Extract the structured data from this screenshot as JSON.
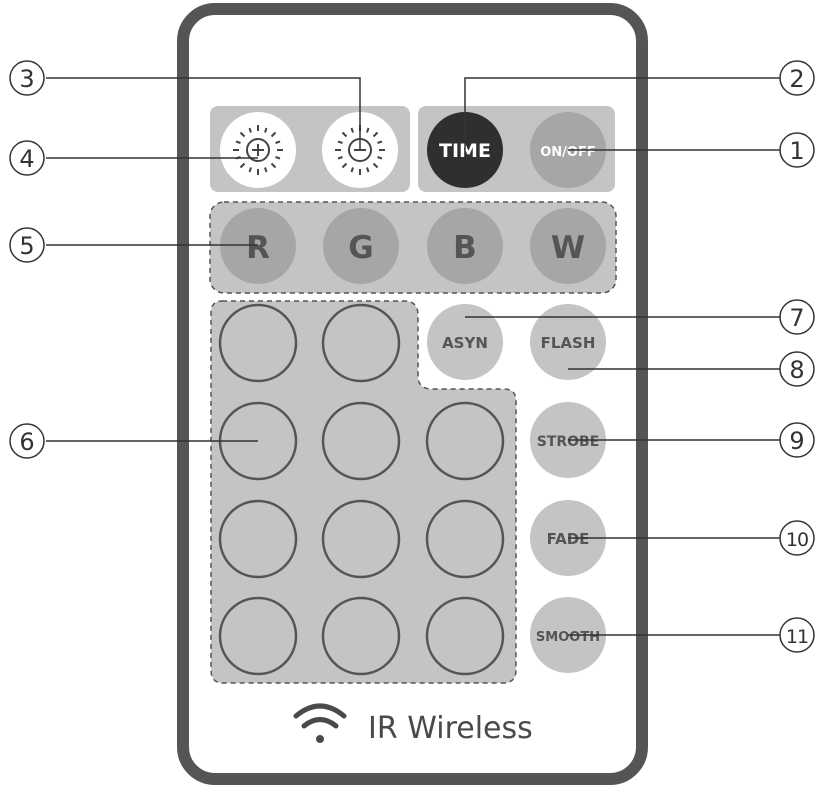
{
  "remote": {
    "brightness_up_icon": "brightness-up-icon",
    "brightness_down_icon": "brightness-down-icon",
    "time_label": "TIME",
    "onoff_label": "ON/OFF",
    "color_buttons": [
      "R",
      "G",
      "B",
      "W"
    ],
    "mode_buttons": {
      "asyn": "ASYN",
      "flash": "FLASH",
      "strobe": "STROBE",
      "fade": "FADE",
      "smooth": "SMOOTH"
    },
    "footer_icon": "wifi-icon",
    "footer_label": "IR Wireless"
  },
  "callouts": {
    "n1": "1",
    "n2": "2",
    "n3": "3",
    "n4": "4",
    "n5": "5",
    "n6": "6",
    "n7": "7",
    "n8": "8",
    "n9": "9",
    "n10": "10",
    "n11": "11"
  },
  "colors": {
    "body_border": "#555555",
    "panel_gray": "#c4c4c4",
    "button_gray": "#a6a6a6",
    "dark_button": "#2f2f2f",
    "white_button": "#ffffff"
  }
}
